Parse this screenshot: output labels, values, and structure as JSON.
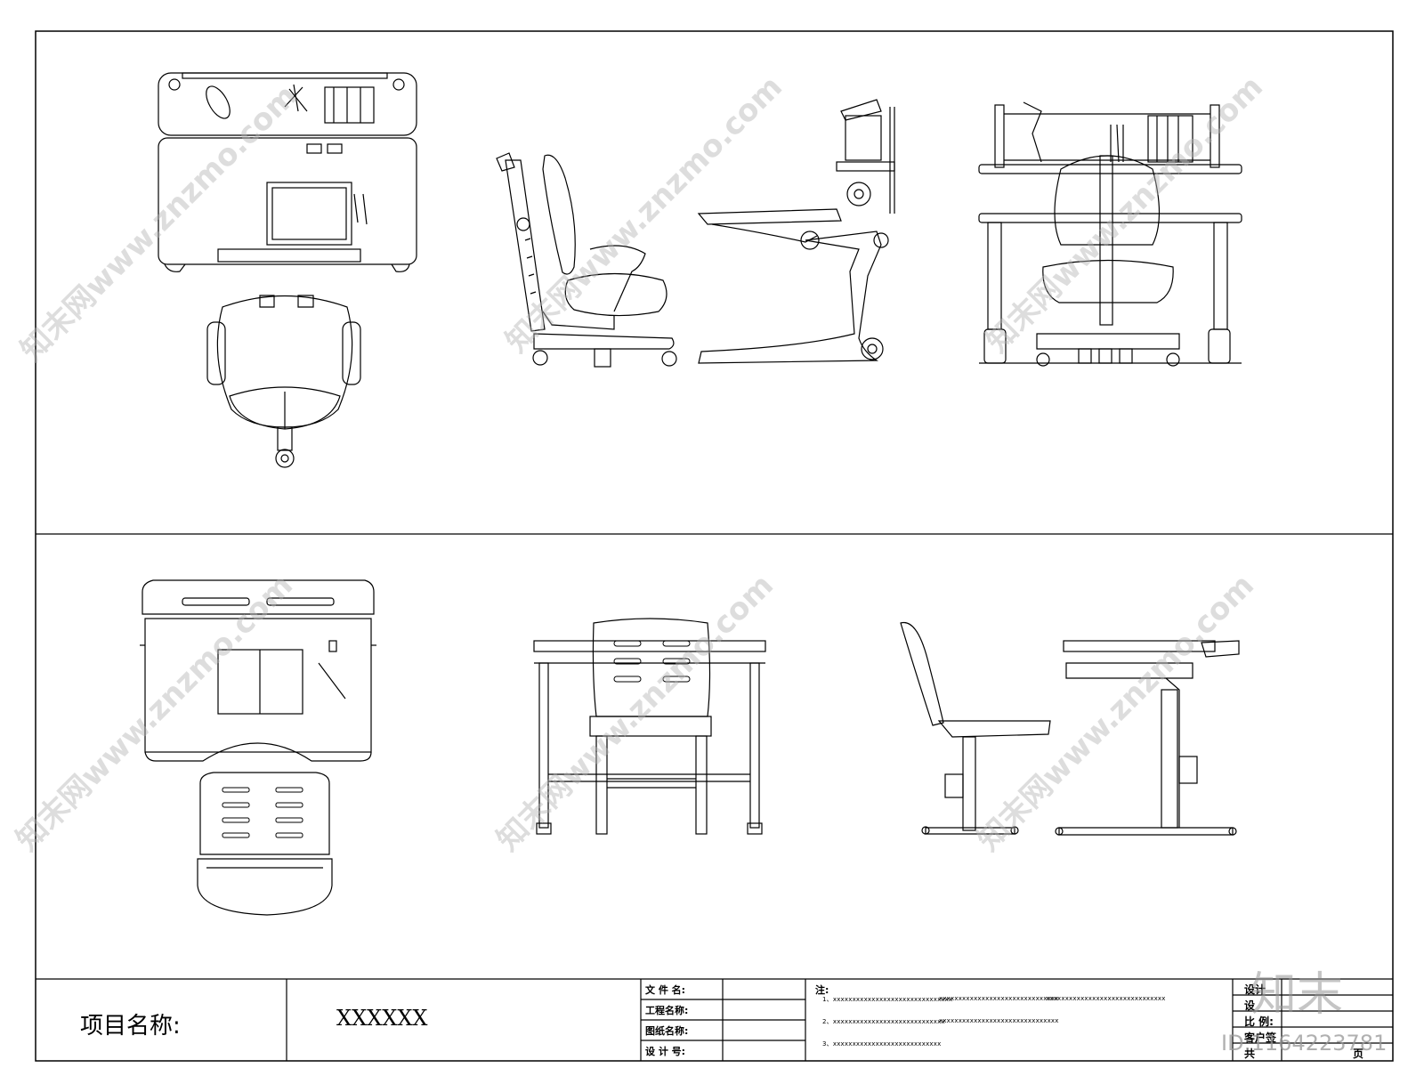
{
  "title_block": {
    "project_label": "项目名称:",
    "project_value": "XXXXXX",
    "file_name_label": "文 件 名:",
    "project_name_label": "工程名称:",
    "drawing_name_label": "图纸名称:",
    "design_no_label": "设 计 号:",
    "notes_label": "注:",
    "notes": [
      "1、xxxxxxxxxxxxxxxxxxxxxxxxxxxxxxx",
      "xxxxxxxxxxxxxxxxxxxxxxxxxxxxxxx",
      "xxxxxxxxxxxxxxxxxxxxxxxxxxxxxxx",
      "2、xxxxxxxxxxxxxxxxxxxxxxxxxxxxx",
      "xxxxxxxxxxxxxxxxxxxxxxxxxxxxxxx",
      "3、xxxxxxxxxxxxxxxxxxxxxxxxxxxx"
    ],
    "right_labels": [
      "设计",
      "设",
      "比  例:",
      "客户签",
      "共"
    ],
    "page_suffix": "页"
  },
  "watermark": {
    "text": "知末网www.znzmo.com",
    "logo": "知末",
    "id": "ID:1164223781"
  }
}
